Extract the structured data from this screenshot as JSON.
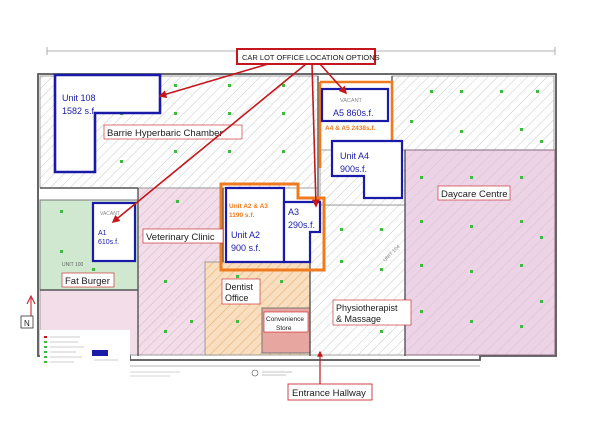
{
  "callout": {
    "title": "CAR LOT OFFICE LOCATION OPTIONS"
  },
  "units": {
    "unit108": {
      "name": "Unit 108",
      "size": "1582 s.f."
    },
    "a5": {
      "status": "VACANT",
      "name": "A5 860s.f."
    },
    "a4a5_combined": "A4 & A5 2438s.f.",
    "a4": {
      "name": "Unit A4",
      "size": "900s.f."
    },
    "a2a3_combined": {
      "name": "Unit A2 & A3",
      "size": "1190 s.f."
    },
    "a3": {
      "name": "A3",
      "size": "290s.f."
    },
    "a2": {
      "name": "Unit A2",
      "size": "900 s.f."
    },
    "a1": {
      "name": "A1",
      "size": "610s.f.",
      "status": "VACANT"
    },
    "unit100_code": "UNIT 100",
    "unit104_code": "UNIT 104"
  },
  "tenants": {
    "barrie": "Barrie Hyperbaric Chamber",
    "daycare": "Daycare Centre",
    "vet": "Veterinary Clinic",
    "fat_burger": "Fat Burger",
    "dentist_line1": "Dentist",
    "dentist_line2": "Office",
    "convenience_line1": "Convenience",
    "convenience_line2": "Store",
    "physio_line1": "Physiotherapist",
    "physio_line2": "& Massage",
    "hallway": "Entrance Hallway"
  },
  "compass": {
    "label": "N"
  },
  "colors": {
    "highlight_red": "#c4161c",
    "unit_blue": "#1a1aa8",
    "orange": "#f07b1e",
    "daycare_fill": "#ecd3e6",
    "vet_fill": "#f3dde8",
    "fatburger_fill": "#cfe8cf",
    "dentist_fill": "#f7d7b3",
    "convenience_fill": "#e8a6a0",
    "green_marker": "#3dbb3d"
  }
}
